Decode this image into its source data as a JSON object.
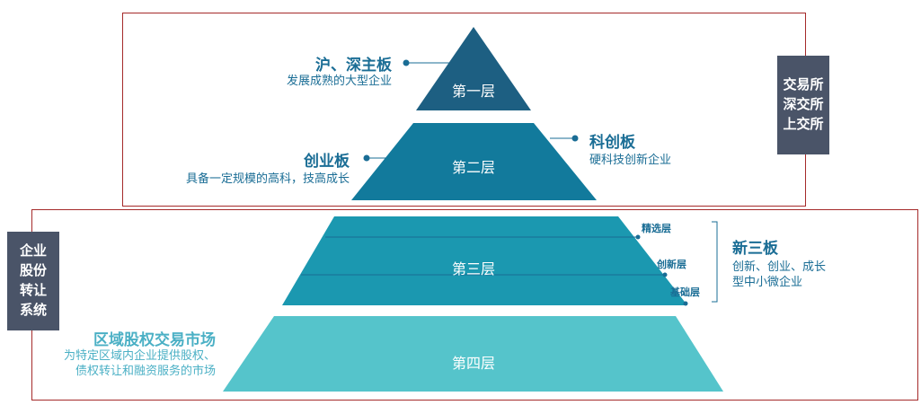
{
  "pyramid": {
    "tier1": {
      "label": "第一层",
      "color": "#1d5f82"
    },
    "tier2": {
      "label": "第二层",
      "color": "#127a9c"
    },
    "tier3": {
      "label": "第三层",
      "color": "#1b98b0"
    },
    "tier4": {
      "label": "第四层",
      "color": "#55c4cb"
    }
  },
  "exchange_box": {
    "lines": [
      "交易所",
      "深交所",
      "上交所"
    ]
  },
  "otc_box": {
    "lines": [
      "企业",
      "股份",
      "转让",
      "系统"
    ]
  },
  "boards": {
    "main": {
      "title": "沪、深主板",
      "desc": "发展成熟的大型企业"
    },
    "chinext": {
      "title": "创业板",
      "desc": "具备一定规模的高科，技高成长"
    },
    "star": {
      "title": "科创板",
      "desc": "硬科技创新企业"
    },
    "neeq": {
      "title": "新三板",
      "desc_lines": [
        "创新、创业、成长",
        "型中小微企业"
      ],
      "layers": [
        "精选层",
        "创新层",
        "基础层"
      ]
    },
    "regional": {
      "title": "区域股权交易市场",
      "desc_lines": [
        "为特定区域内企业提供股权、",
        "债权转让和融资服务的市场"
      ]
    }
  },
  "colors": {
    "frame": "#a52a2a",
    "box": "#4a5468",
    "accent_dark": "#1a6d95",
    "accent_light": "#4bb0c5"
  }
}
